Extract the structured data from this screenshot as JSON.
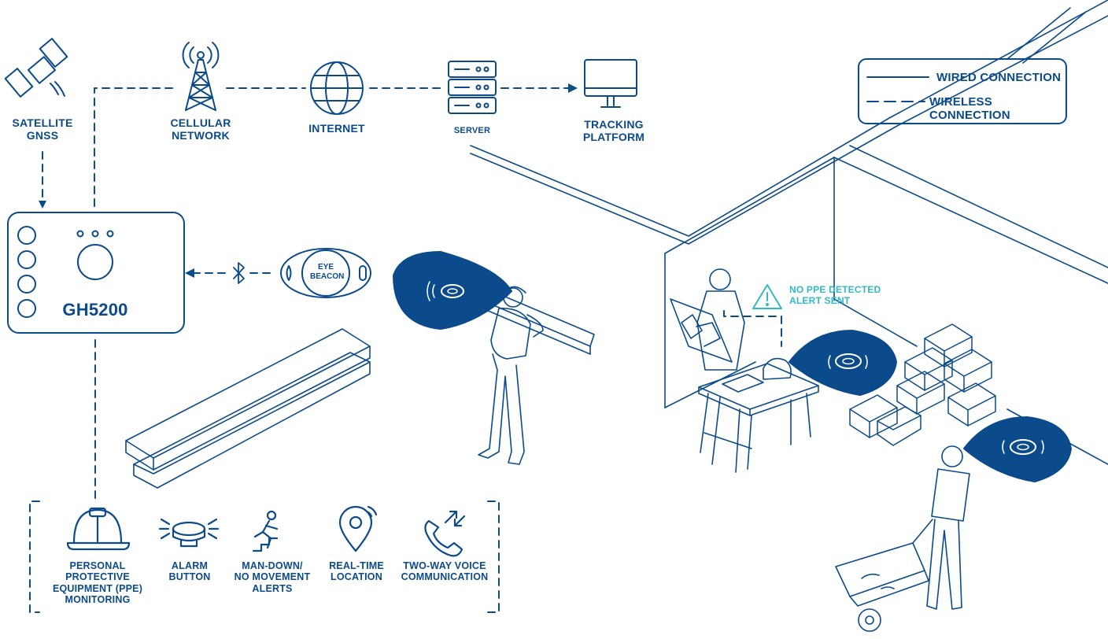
{
  "colors": {
    "primary": "#0b4a8b",
    "alert": "#33b9c6",
    "background": "#ffffff"
  },
  "nodes": {
    "satellite": "SATELLITE\nGNSS",
    "cellular": "CELLULAR\nNETWORK",
    "internet": "INTERNET",
    "server": "SERVER",
    "tracking": "TRACKING\nPLATFORM"
  },
  "legend": {
    "wired": "WIRED CONNECTION",
    "wireless": "WIRELESS CONNECTION"
  },
  "device": {
    "name": "GH5200"
  },
  "beacon": {
    "label": "EYE\nBEACON"
  },
  "alert": {
    "text": "NO PPE DETECTED\nALERT SENT"
  },
  "features": [
    {
      "icon": "hard-hat-icon",
      "label": "PERSONAL PROTECTIVE\nEQUIPMENT (PPE)\nMONITORING"
    },
    {
      "icon": "alarm-button-icon",
      "label": "ALARM\nBUTTON"
    },
    {
      "icon": "man-down-icon",
      "label": "MAN-DOWN/\nNO MOVEMENT\nALERTS"
    },
    {
      "icon": "location-pin-icon",
      "label": "REAL-TIME\nLOCATION"
    },
    {
      "icon": "phone-icon",
      "label": "TWO-WAY VOICE\nCOMMUNICATION"
    }
  ]
}
